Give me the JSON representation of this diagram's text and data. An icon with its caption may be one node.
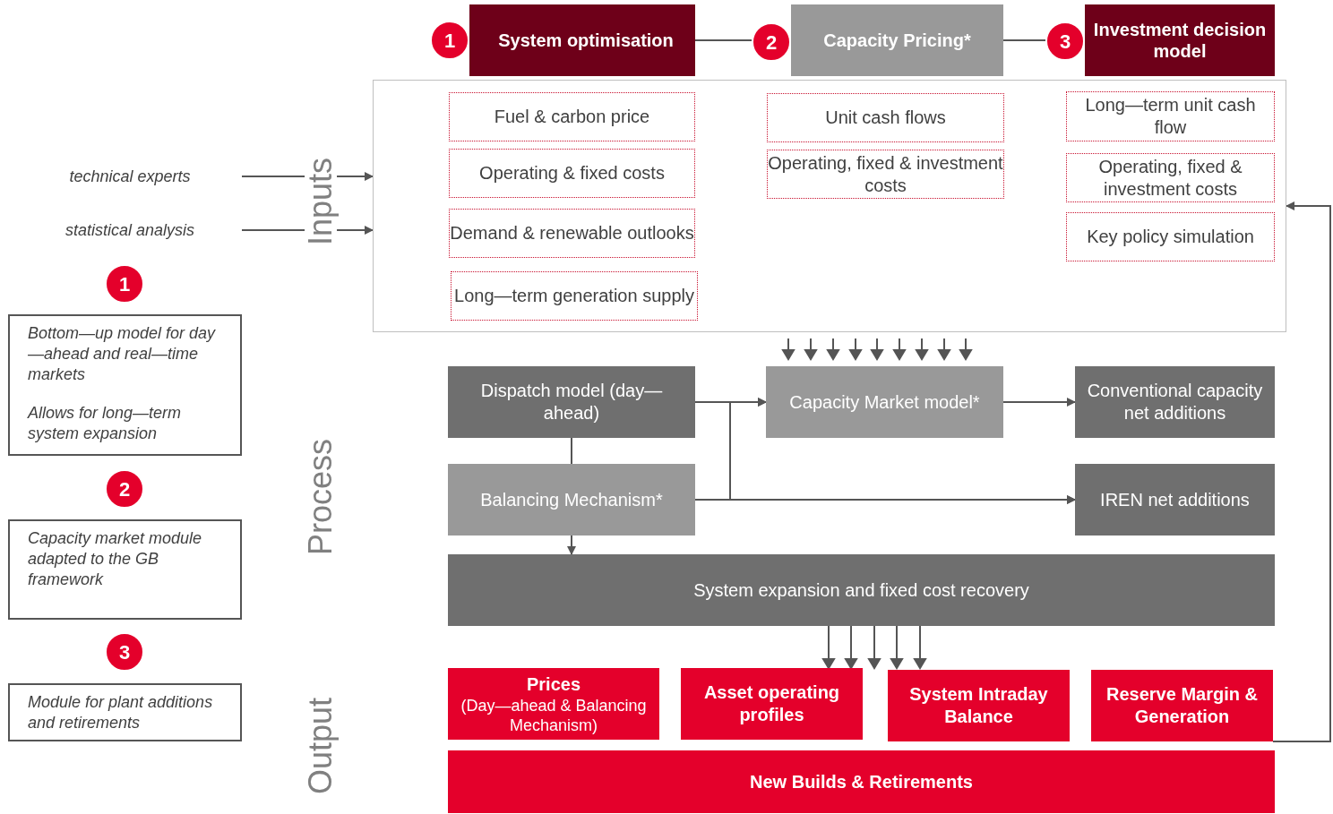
{
  "diagram": {
    "nodes": [
      {
        "text": [
          "1"
        ]
      },
      {
        "text": [
          "System optimisation"
        ]
      },
      {
        "text": [
          "2"
        ]
      },
      {
        "text": [
          "Capacity Pricing*"
        ]
      },
      {
        "text": [
          "3"
        ]
      },
      {
        "text": [
          "Investment decision model"
        ]
      },
      {
        "text": [],
        "shape": "box"
      },
      {
        "text": [
          "Fuel & carbon price"
        ],
        "in": 6
      },
      {
        "text": [
          "Operating & fixed costs"
        ],
        "in": 6
      },
      {
        "text": [
          "Demand & renewable outlooks"
        ],
        "in": 6
      },
      {
        "text": [
          "Long—term generation supply"
        ],
        "in": 6
      },
      {
        "text": [
          "Unit cash flows"
        ],
        "in": 6
      },
      {
        "text": [
          "Operating, fixed & investment costs"
        ],
        "in": 6
      },
      {
        "text": [
          "Long—term unit cash flow"
        ],
        "in": 6
      },
      {
        "text": [
          "Operating, fixed & investment costs"
        ],
        "in": 6
      },
      {
        "text": [
          "Key policy simulation"
        ],
        "in": 6
      },
      {
        "text": [
          "technical experts"
        ]
      },
      {
        "text": [
          "statistical analysis"
        ]
      },
      {
        "text": [
          "1"
        ]
      },
      {
        "text": [
          "Bottom—up model for day—ahead and real—time markets",
          "Allows for long—term system expansion"
        ]
      },
      {
        "text": [
          "2"
        ]
      },
      {
        "text": [
          "Capacity market module adapted to the GB framework"
        ]
      },
      {
        "text": [
          "3"
        ]
      },
      {
        "text": [
          "Module for plant additions and retirements"
        ]
      },
      {
        "text": [
          "Dispatch model (day—ahead)"
        ]
      },
      {
        "text": [
          "Capacity Market model*"
        ]
      },
      {
        "text": [
          "Conventional capacity net additions"
        ]
      },
      {
        "text": [
          "Balancing Mechanism*"
        ]
      },
      {
        "text": [
          "IREN net additions"
        ]
      },
      {
        "text": [
          "System expansion and fixed cost recovery"
        ]
      },
      {
        "text": [
          "Prices",
          "(Day—ahead & Balancing Mechanism)"
        ]
      },
      {
        "text": [
          "Asset operating profiles"
        ]
      },
      {
        "text": [
          "System Intraday Balance"
        ]
      },
      {
        "text": [
          "Reserve Margin & Generation"
        ]
      },
      {
        "text": [
          "New Builds & Retirements"
        ]
      }
    ],
    "edges": [
      {
        "from": 1,
        "to": 2,
        "arrow": "none"
      },
      {
        "from": 3,
        "to": 4,
        "arrow": "none"
      },
      {
        "from": 16,
        "to": 6,
        "arrow": "to"
      },
      {
        "from": 17,
        "to": 6,
        "arrow": "to"
      },
      {
        "from": 6,
        "to": 25,
        "arrow": "to"
      },
      {
        "from": 24,
        "to": 25,
        "arrow": "to"
      },
      {
        "from": 24,
        "to": 28,
        "arrow": "to"
      },
      {
        "from": 27,
        "to": 28,
        "arrow": "to"
      },
      {
        "from": 27,
        "to": 25,
        "arrow": "to"
      },
      {
        "from": 24,
        "to": 27,
        "arrow": "none"
      },
      {
        "from": 27,
        "to": 29,
        "arrow": "to"
      },
      {
        "from": 25,
        "to": 26,
        "arrow": "to"
      },
      {
        "from": 29,
        "to": 31,
        "arrow": "to"
      },
      {
        "from": 33,
        "to": 6,
        "arrow": "to"
      }
    ],
    "labels": [
      "Inputs",
      "Process",
      "Output"
    ]
  }
}
